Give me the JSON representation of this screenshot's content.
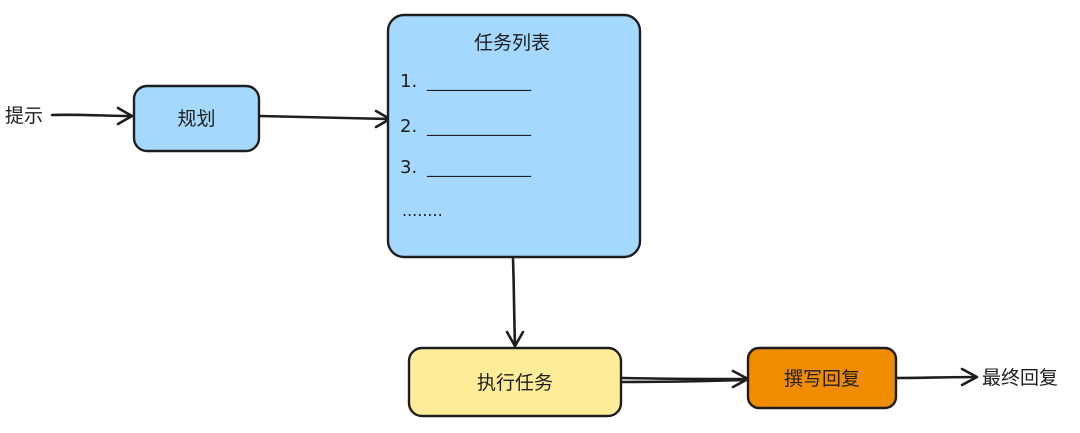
{
  "input_label": "提示",
  "output_label": "最终回复",
  "planning": {
    "label": "规划",
    "color": "#a5d8ff"
  },
  "task_list": {
    "title": "任务列表",
    "items": [
      {
        "number": "1.",
        "blank": "_____________"
      },
      {
        "number": "2.",
        "blank": "_____________"
      },
      {
        "number": "3.",
        "blank": "_____________"
      }
    ],
    "more": "........",
    "color": "#a5d8ff"
  },
  "execute": {
    "label": "执行任务",
    "color": "#ffec99"
  },
  "compose": {
    "label": "撰写回复",
    "color": "#f08c00"
  }
}
